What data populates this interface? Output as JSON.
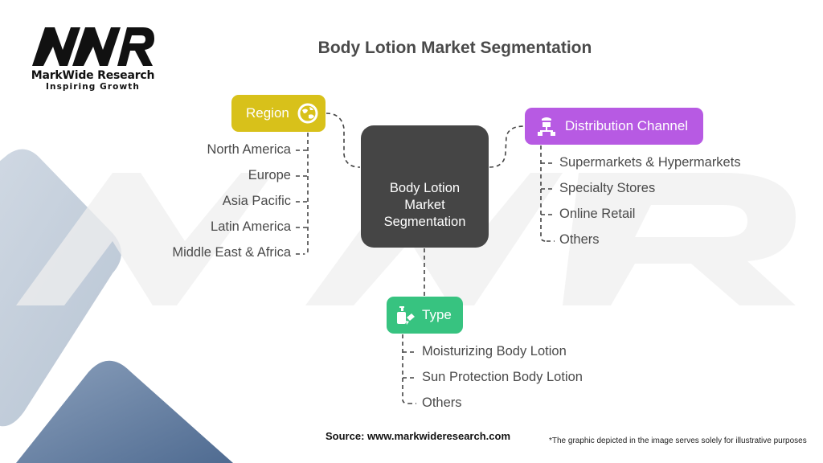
{
  "brand": {
    "logo_letters": "MWR",
    "name": "MarkWide Research",
    "tagline": "Inspiring Growth"
  },
  "title": "Body Lotion Market Segmentation",
  "center": {
    "line1": "Body Lotion",
    "line2": "Market",
    "line3": "Segmentation",
    "color": "#454545"
  },
  "segments": [
    {
      "label": "Region",
      "icon": "globe-icon",
      "color": "#d8c11a",
      "items": [
        "North America",
        "Europe",
        "Asia Pacific",
        "Latin America",
        "Middle East & Africa"
      ]
    },
    {
      "label": "Distribution Channel",
      "icon": "network-hierarchy-icon",
      "color": "#b75ae3",
      "items": [
        "Supermarkets & Hypermarkets",
        "Specialty Stores",
        "Online Retail",
        "Others"
      ]
    },
    {
      "label": "Type",
      "icon": "lotion-bottle-icon",
      "color": "#37c380",
      "items": [
        "Moisturizing Body Lotion",
        "Sun Protection Body Lotion",
        "Others"
      ]
    }
  ],
  "footer": {
    "source": "Source: www.markwideresearch.com",
    "disclaimer": "*The graphic depicted in the image serves solely for illustrative purposes"
  }
}
